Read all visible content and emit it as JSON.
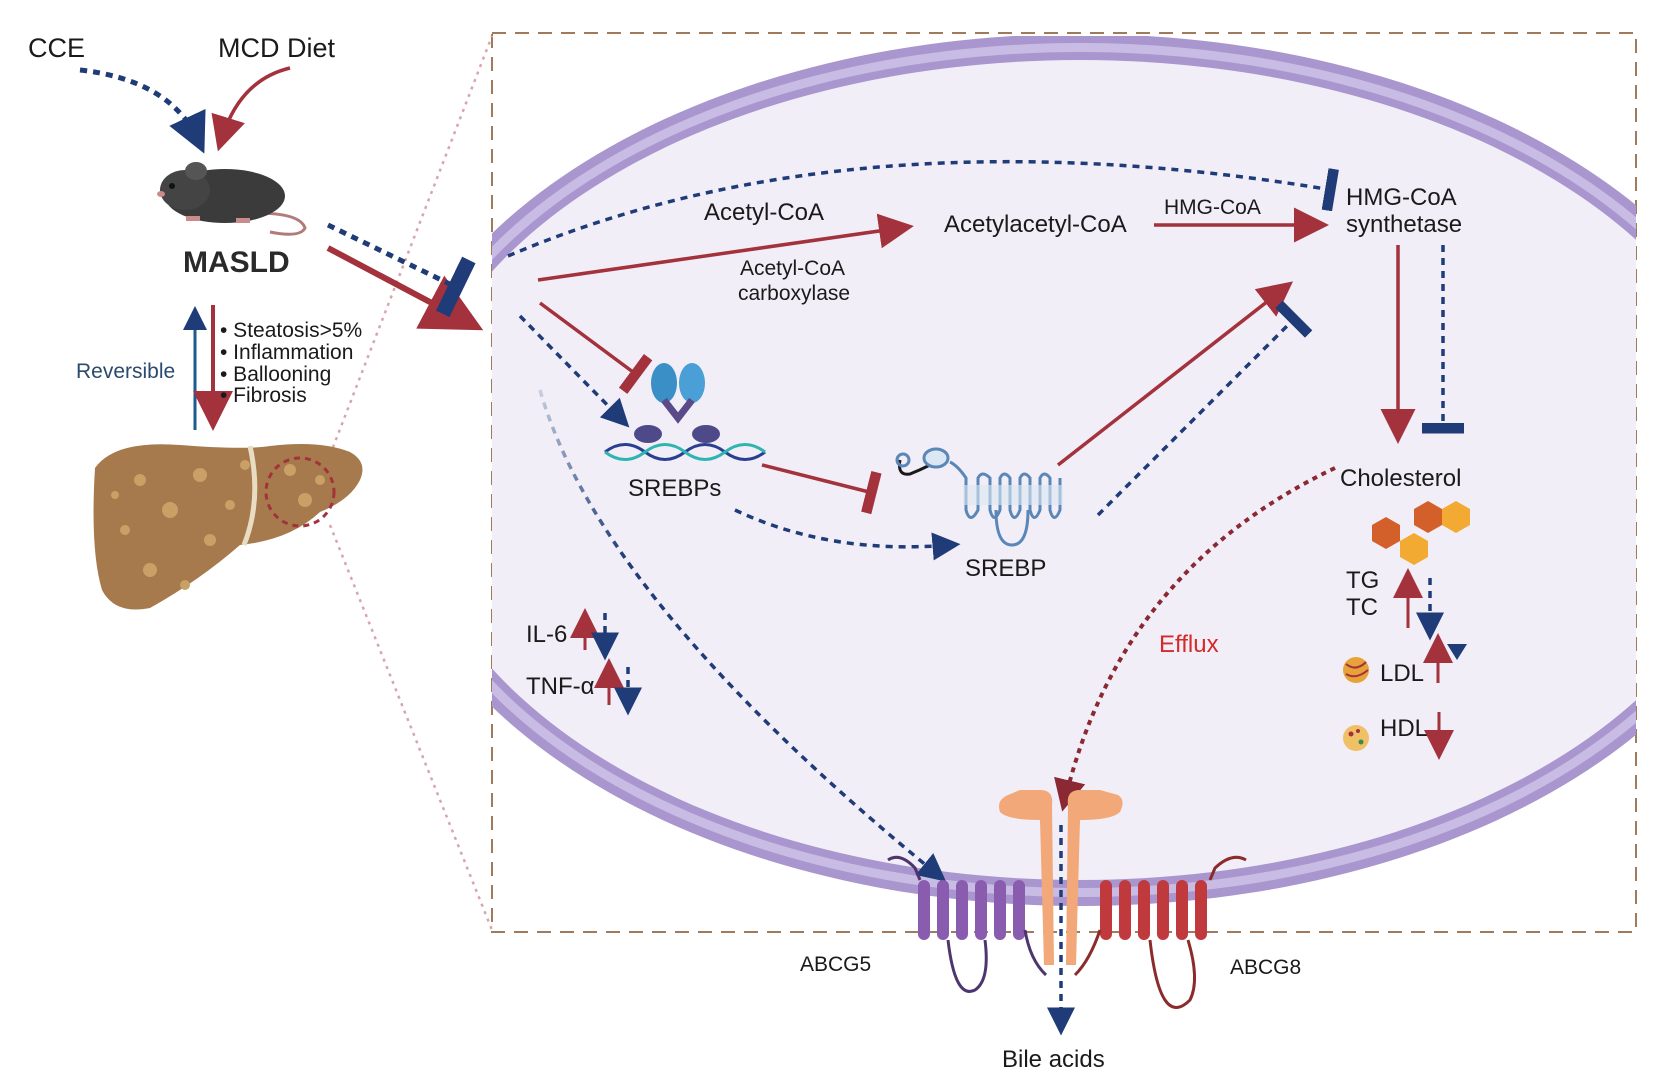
{
  "inputs": {
    "cce": "CCE",
    "mcd": "MCD Diet"
  },
  "model": {
    "masld": "MASLD",
    "reversible": "Reversible",
    "features": [
      "• Steatosis>5%",
      "• Inflammation",
      "• Ballooning",
      "• Fibrosis"
    ]
  },
  "pathway": {
    "acetyl_coa": "Acetyl-CoA",
    "acetylacetyl_coa": "Acetylacetyl-CoA",
    "hmg_coa": "HMG-CoA",
    "acc_line1": "Acetyl-CoA",
    "acc_line2": "carboxylase",
    "hmgcs_line1": "HMG-CoA",
    "hmgcs_line2": "synthetase",
    "srebps": "SREBPs",
    "srebp": "SREBP",
    "cholesterol": "Cholesterol",
    "tg": "TG",
    "tc": "TC",
    "ldl": "LDL",
    "hdl": "HDL",
    "il6": "IL-6",
    "tnfa": "TNF-α",
    "efflux": "Efflux",
    "abcg5": "ABCG5",
    "abcg8": "ABCG8",
    "bile_acids": "Bile acids"
  },
  "colors": {
    "increase": "#a3323c",
    "decrease": "#1f3b78",
    "membrane": "#a996cf",
    "cell": "#f1eef7",
    "liver": "#a67a4c",
    "abcg5": "#8a5cb0",
    "abcg8": "#c0393d",
    "hexagon_dark": "#d35f2a",
    "hexagon_light": "#f2aa33",
    "efflux": "#d42a2a"
  }
}
